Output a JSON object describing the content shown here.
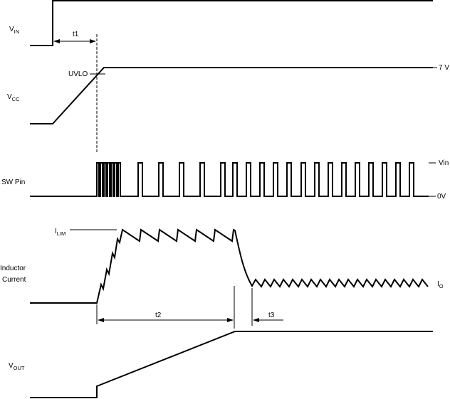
{
  "signals": {
    "vin": {
      "main": "V",
      "sub": "IN"
    },
    "vcc": {
      "main": "V",
      "sub": "CC"
    },
    "sw": {
      "label": "SW Pin"
    },
    "inductor": {
      "line1": "Inductor",
      "line2": "Current"
    },
    "vout": {
      "main": "V",
      "sub": "OUT"
    }
  },
  "annotations": {
    "uvlo": "UVLO",
    "vcc_level": "7 V",
    "sw_high": "Vin",
    "sw_low": "0V",
    "ilim": {
      "main": "I",
      "sub": "LIM"
    },
    "io": {
      "main": "I",
      "sub": "O"
    },
    "t1": "t1",
    "t2": "t2",
    "t3": "t3"
  }
}
